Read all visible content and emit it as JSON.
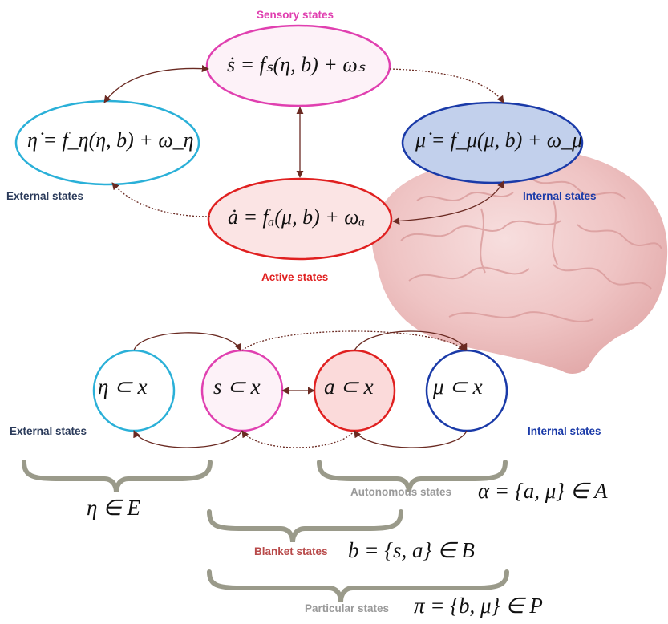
{
  "top": {
    "sensory_label": "Sensory states",
    "external_label": "External states",
    "internal_label": "Internal states",
    "active_label": "Active states",
    "sensory_eq": "ṡ = fₛ(η, b) + ωₛ",
    "external_eq": "η̇ = f_η(η, b) + ω_η",
    "internal_eq": "μ̇ = f_μ(μ, b) + ω_μ",
    "active_eq": "ȧ = fₐ(μ, b) + ωₐ"
  },
  "bottom": {
    "external_label": "External states",
    "internal_label": "Internal states",
    "eta_subset": "η ⊂ x",
    "s_subset": "s ⊂ x",
    "a_subset": "a ⊂ x",
    "mu_subset": "μ ⊂ x",
    "eta_in_E": "η ∈ E",
    "autonomous_label": "Autonomous states",
    "autonomous_eq": "α = {a, μ} ∈ A",
    "blanket_label": "Blanket states",
    "blanket_eq": "b = {s, a} ∈ B",
    "particular_label": "Particular states",
    "particular_eq": "π = {b, μ} ∈ P"
  },
  "colors": {
    "sensory": "#e040b0",
    "external": "#2ab0d8",
    "internal": "#1a3aa8",
    "active": "#e02020",
    "arrow": "#6a2a22",
    "brace": "#9a9a8a",
    "label_dark": "#2a3a5a",
    "brain": "#f0c8c8"
  }
}
